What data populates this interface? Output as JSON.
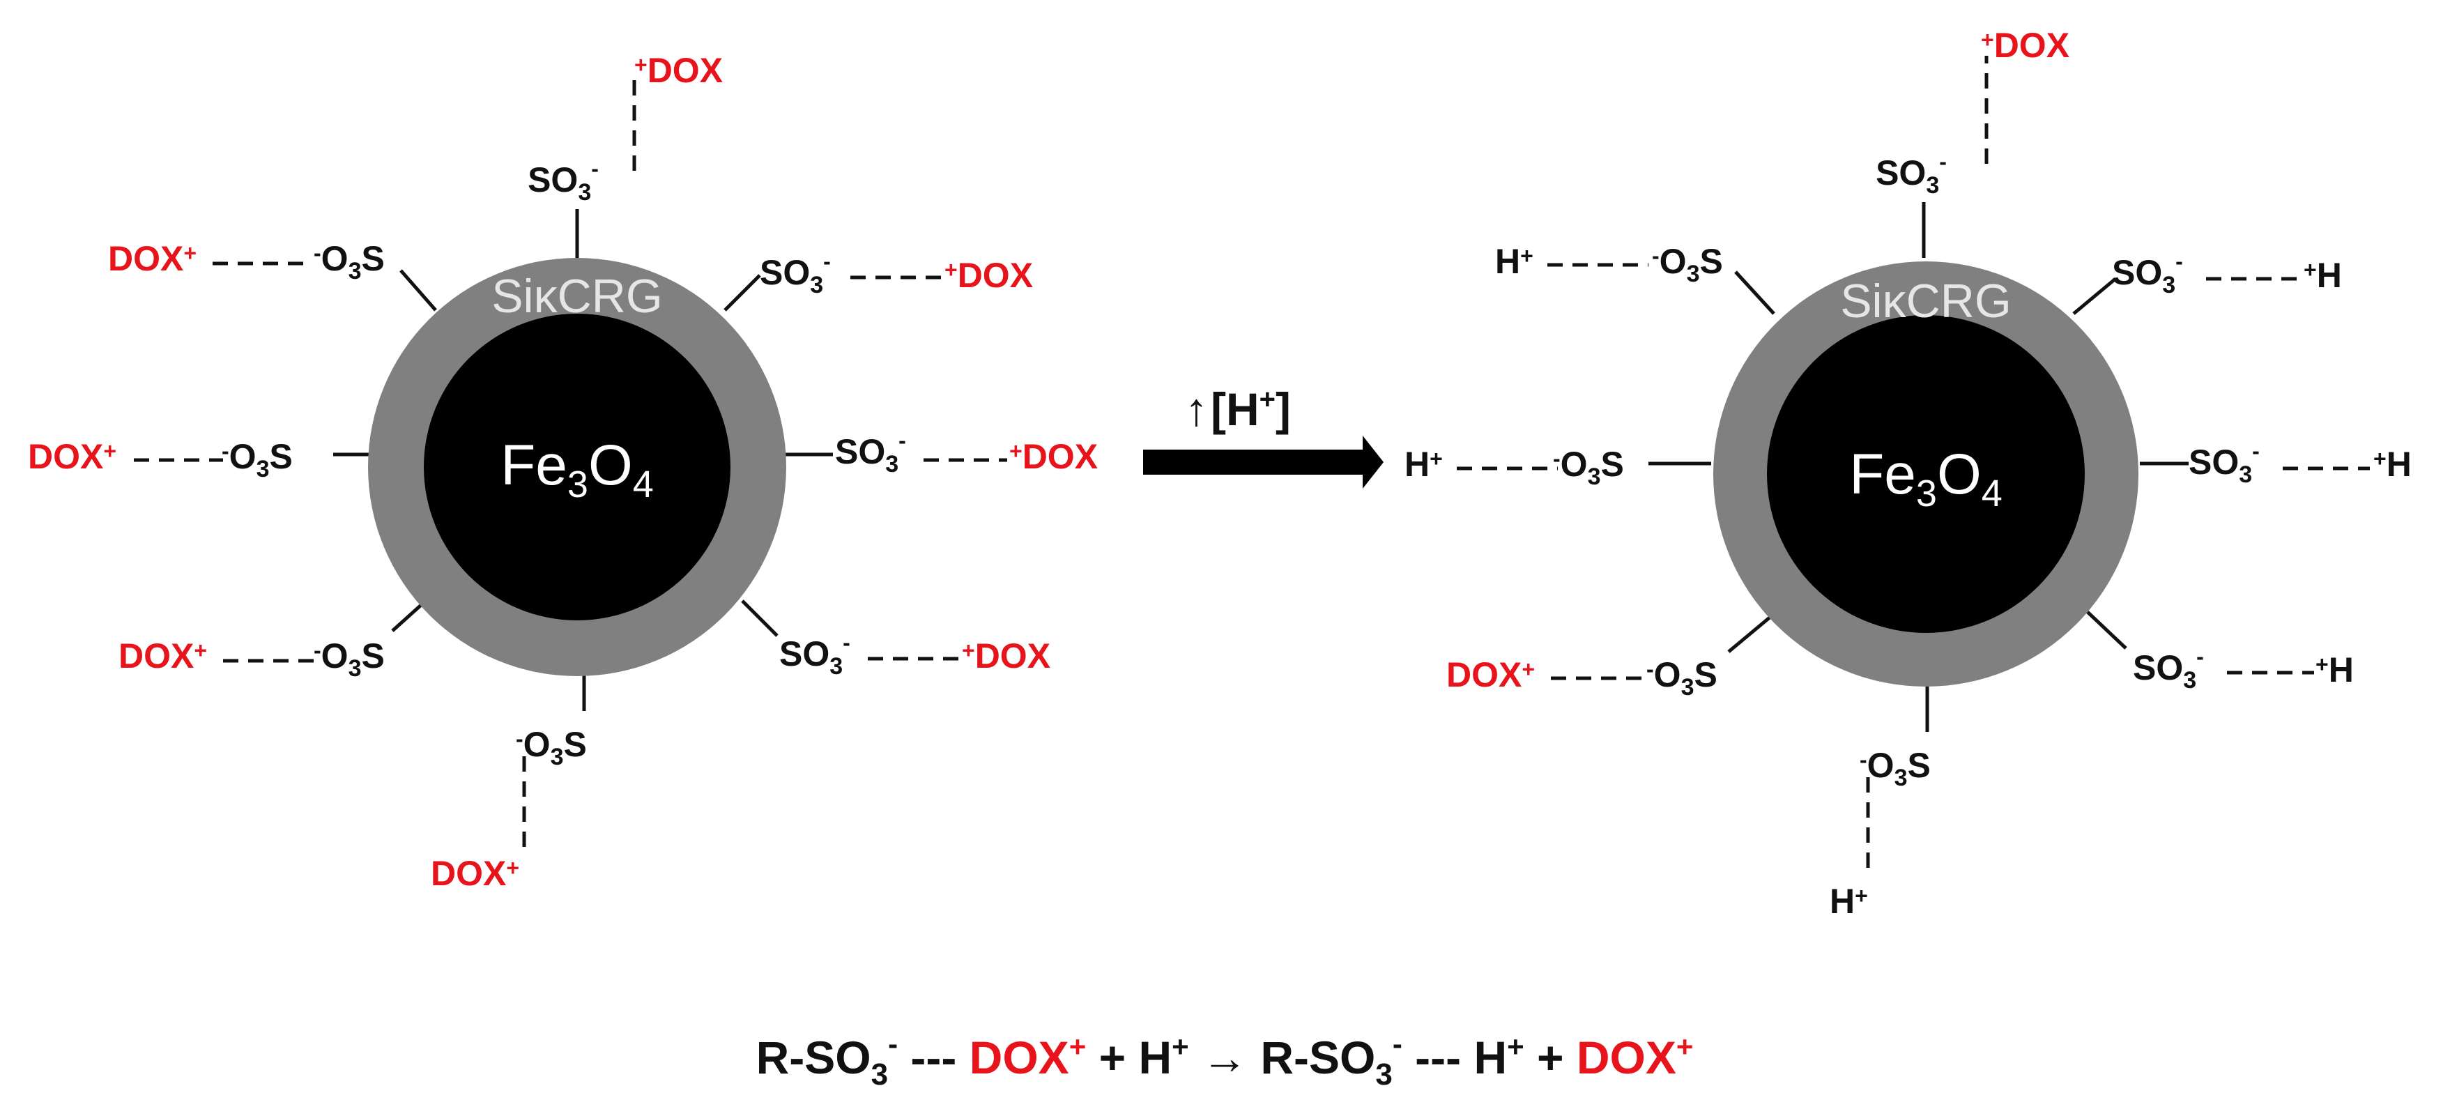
{
  "left_particle": {
    "core_label": {
      "base": "Fe",
      "sub1": "3",
      "mid": "O",
      "sub2": "4"
    },
    "shell_label": "SiκCRG",
    "sulfonate": {
      "prefix": "SO",
      "sub": "3",
      "sup": "-",
      "rev_sup": "-",
      "rev_base": "O",
      "rev_sub": "3",
      "rev_tail": "S"
    },
    "payload": {
      "base": "DOX",
      "sup": "+"
    }
  },
  "arrow": {
    "up": "↑",
    "bracket_open": "[H",
    "sup": "+",
    "bracket_close": "]"
  },
  "right_particle": {
    "core_label": {
      "base": "Fe",
      "sub1": "3",
      "mid": "O",
      "sub2": "4"
    },
    "shell_label": "SiκCRG",
    "proton": {
      "base": "H",
      "sup": "+"
    },
    "payload": {
      "base": "DOX",
      "sup": "+"
    }
  },
  "equation": {
    "r1": "R-SO",
    "r1_sub": "3",
    "r1_sup": "-",
    "bond1": " --- ",
    "dox1": "DOX",
    "dox1_sup": "+",
    "plus1": " + H",
    "plus1_sup": "+",
    "arrow": " → ",
    "r2": "R-SO",
    "r2_sub": "3",
    "r2_sup": "-",
    "bond2": " --- H",
    "bond2_sup": "+",
    "plus2": " + ",
    "dox2": "DOX",
    "dox2_sup": "+"
  },
  "colors": {
    "drug": "#e8141b",
    "core": "#000000",
    "shell": "#808080",
    "text": "#111111"
  }
}
